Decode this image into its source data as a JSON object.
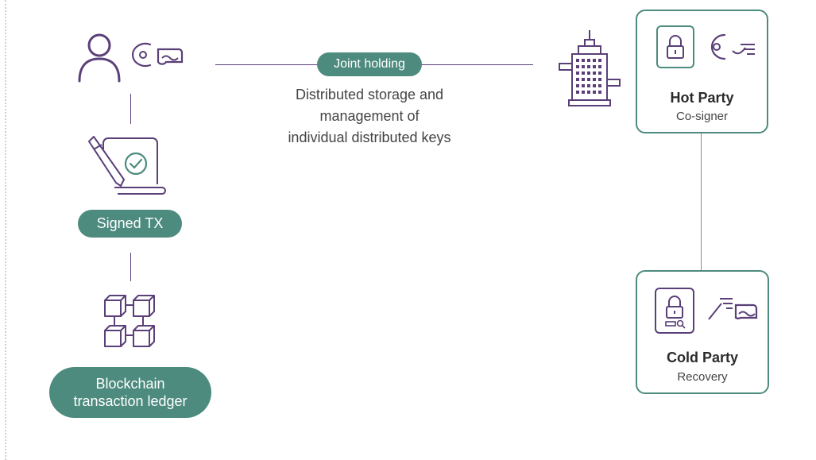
{
  "colors": {
    "accent_green": "#4d8b7e",
    "accent_purple": "#5a3f78",
    "text_dark": "#2b2b2b"
  },
  "left_column": {
    "icons": [
      "user-icon",
      "key-token-icon",
      "signed-document-icon",
      "blockchain-icon"
    ],
    "signed_tx_label": "Signed TX",
    "ledger_label_line1": "Blockchain",
    "ledger_label_line2": "transaction ledger"
  },
  "center": {
    "joint_holding_label": "Joint holding",
    "description_line1": "Distributed storage and",
    "description_line2": "management of",
    "description_line3": "individual distributed keys",
    "icon": "building-icon"
  },
  "hot_party": {
    "title": "Hot Party",
    "subtitle": "Co-signer",
    "icons": [
      "lock-icon",
      "key-token-icon"
    ]
  },
  "cold_party": {
    "title": "Cold Party",
    "subtitle": "Recovery",
    "icons": [
      "lock-key-icon",
      "key-token-icon"
    ]
  }
}
